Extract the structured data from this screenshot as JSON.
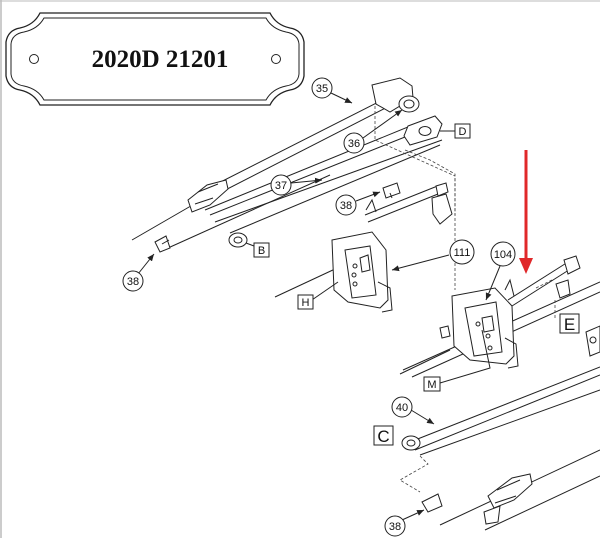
{
  "title": "2020D 21201",
  "callouts": [
    "35",
    "36",
    "37",
    "38",
    "38",
    "111",
    "104",
    "40",
    "38"
  ],
  "boxed_labels": [
    "D",
    "B",
    "H",
    "M",
    "E",
    "C"
  ],
  "colors": {
    "arrow": "#e0282a",
    "line": "#222222"
  }
}
